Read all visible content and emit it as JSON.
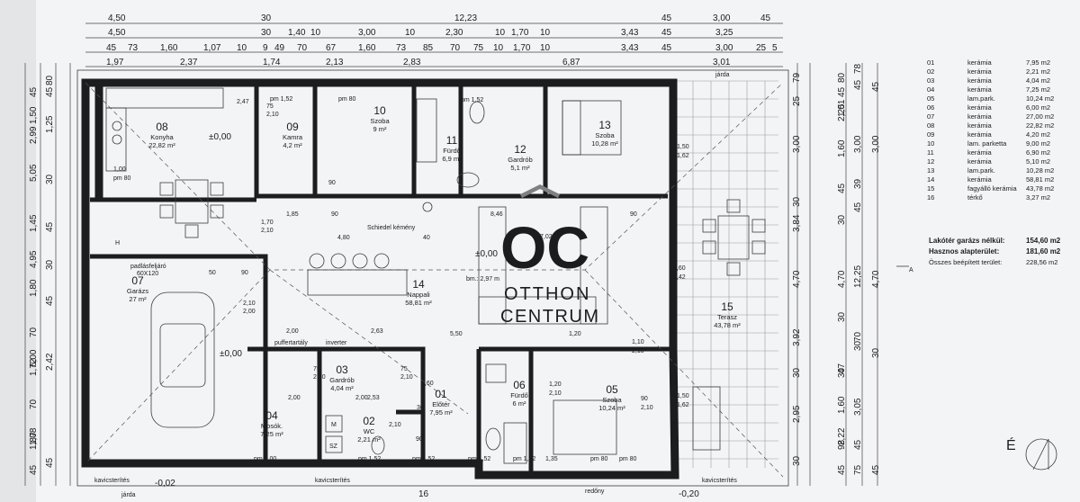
{
  "dims": {
    "top_row1": [
      "4,50",
      "30",
      "12,23",
      "45",
      "3,00",
      "45"
    ],
    "top_row2": [
      "4,50",
      "30",
      "1,40",
      "10",
      "3,00",
      "10",
      "2,30",
      "10",
      "1,70",
      "10",
      "3,43",
      "45",
      "3,25"
    ],
    "top_row3": [
      "45",
      "73",
      "1,60",
      "1,07",
      "10",
      "9",
      "49",
      "70",
      "67",
      "1,60",
      "73",
      "85",
      "70",
      "75",
      "10",
      "1,70",
      "10",
      "3,43",
      "45",
      "3,00",
      "25",
      "5"
    ],
    "top_row4": [
      "1,97",
      "2,37",
      "1,74",
      "2,13",
      "2,83",
      "6,87",
      "3,01"
    ],
    "left_col": [
      "45",
      "1,50",
      "2,99",
      "5,05",
      "1,45",
      "4,95",
      "1,80",
      "70",
      "6,00",
      "1,72",
      "70",
      "1,08",
      "1,87",
      "45"
    ],
    "left_col2": [
      "80",
      "45",
      "1,25",
      "30",
      "45",
      "30",
      "45",
      "2,42",
      "45"
    ],
    "right_col": [
      "79",
      "25",
      "3,00",
      "30",
      "3,84",
      "4,70",
      "3,92",
      "30",
      "2,95",
      "30"
    ],
    "right_col2": [
      "80",
      "45",
      "2,25",
      "1,01",
      "1,60",
      "45",
      "30",
      "4,70",
      "30",
      "47",
      "30",
      "1,60",
      "2,22",
      "98",
      "45"
    ],
    "right_col3": [
      "78",
      "45",
      "3,00",
      "39",
      "45",
      "12,25",
      "70",
      "30",
      "3,05",
      "45",
      "75"
    ],
    "right_col4": [
      "45",
      "3,00",
      "4,70",
      "30",
      "45"
    ],
    "bottom": [
      "-0,02",
      "16",
      "-0,20"
    ],
    "interior": [
      "1,85",
      "90",
      "8,46",
      "90",
      "1,70",
      "2,10",
      "4,80",
      "40",
      "7,02",
      "2,00",
      "2,63",
      "2,00",
      "5,50",
      "1,20",
      "50",
      "90",
      "2,10",
      "2,00",
      "75",
      "2,10",
      "2,00",
      "2,53",
      "75",
      "2,10",
      "1,60",
      "30",
      "4,60",
      "2,42",
      "1,20",
      "2,10",
      "1,10",
      "2,10",
      "1,50",
      "1,62",
      "90",
      "2,10",
      "1,50",
      "1,62",
      "1,00",
      "90",
      "2,47",
      "75",
      "2,10",
      "pm 1,52",
      "pm 80",
      "pm 1,52",
      "pm 80",
      "pm 1,00",
      "pm 1,52",
      "pm 1,52",
      "pm 1,52",
      "pm 80",
      "pm 80",
      "pm 1,52",
      "1,35",
      "90",
      "2,10"
    ]
  },
  "rooms": [
    {
      "num": "08",
      "name": "Konyha",
      "area": "22,82 m²"
    },
    {
      "num": "09",
      "name": "Kamra",
      "area": "4,2 m²"
    },
    {
      "num": "10",
      "name": "Szoba",
      "area": "9 m²"
    },
    {
      "num": "11",
      "name": "Fürdő",
      "area": "6,9 m²"
    },
    {
      "num": "12",
      "name": "Gardrób",
      "area": "5,1 m²"
    },
    {
      "num": "13",
      "name": "Szoba",
      "area": "10,28 m²"
    },
    {
      "num": "07",
      "name": "Garázs",
      "area": "27 m²"
    },
    {
      "num": "14",
      "name": "Nappali",
      "area": "58,81 m²"
    },
    {
      "num": "15",
      "name": "Terasz",
      "area": "43,78 m²"
    },
    {
      "num": "03",
      "name": "Gardrób",
      "area": "4,04 m²"
    },
    {
      "num": "04",
      "name": "Mosók.",
      "area": "7,25 m²"
    },
    {
      "num": "02",
      "name": "WC",
      "area": "2,21 m²"
    },
    {
      "num": "01",
      "name": "Előtér",
      "area": "7,95 m²"
    },
    {
      "num": "06",
      "name": "Fürdő",
      "area": "6 m²"
    },
    {
      "num": "05",
      "name": "Szoba",
      "area": "10,24 m²"
    }
  ],
  "levels": {
    "l1": "±0,00",
    "l2": "±0,00",
    "l3": "±0,00",
    "height": "bm.: 2,97 m"
  },
  "notes": {
    "jarda": "járda",
    "jarda_top": "járda",
    "kavics1": "kavicsterítés",
    "kavics2": "kavicsterítés",
    "kavics3": "kavicsterítés",
    "redony": "redőny",
    "kemeny": "Schiedel kémény",
    "padlas": "padlásfeljáró",
    "padlas_size": "60X120",
    "puffer": "puffertartály",
    "inverter": "inverter",
    "section": "A",
    "north": "É",
    "ha": "H",
    "wm": "M",
    "sz": "SZ"
  },
  "legend": {
    "rows": [
      {
        "n": "01",
        "m": "kerámia",
        "a": "7,95 m2"
      },
      {
        "n": "02",
        "m": "kerámia",
        "a": "2,21 m2"
      },
      {
        "n": "03",
        "m": "kerámia",
        "a": "4,04 m2"
      },
      {
        "n": "04",
        "m": "kerámia",
        "a": "7,25 m2"
      },
      {
        "n": "05",
        "m": "lam.park.",
        "a": "10,24 m2"
      },
      {
        "n": "06",
        "m": "kerámia",
        "a": "6,00 m2"
      },
      {
        "n": "07",
        "m": "kerámia",
        "a": "27,00 m2"
      },
      {
        "n": "08",
        "m": "kerámia",
        "a": "22,82 m2"
      },
      {
        "n": "09",
        "m": "kerámia",
        "a": "4,20 m2"
      },
      {
        "n": "10",
        "m": "lam. parketta",
        "a": "9,00 m2"
      },
      {
        "n": "11",
        "m": "kerámia",
        "a": "6,90 m2"
      },
      {
        "n": "12",
        "m": "kerámia",
        "a": "5,10 m2"
      },
      {
        "n": "13",
        "m": "lam.park.",
        "a": "10,28 m2"
      },
      {
        "n": "14",
        "m": "kerámia",
        "a": "58,81 m2"
      },
      {
        "n": "15",
        "m": "fagyálló kerámia",
        "a": "43,78 m2"
      },
      {
        "n": "16",
        "m": "térkő",
        "a": "3,27 m2"
      }
    ],
    "sum1_label": "Lakótér garázs nélkül:",
    "sum1_val": "154,60 m2",
    "sum2_label": "Hasznos alapterület:",
    "sum2_val": "181,60 m2",
    "sum3_label": "Összes beépített terület:",
    "sum3_val": "228,56 m2"
  },
  "watermark": {
    "mono": "OC",
    "line1": "OTTHON",
    "line2": "CENTRUM"
  }
}
